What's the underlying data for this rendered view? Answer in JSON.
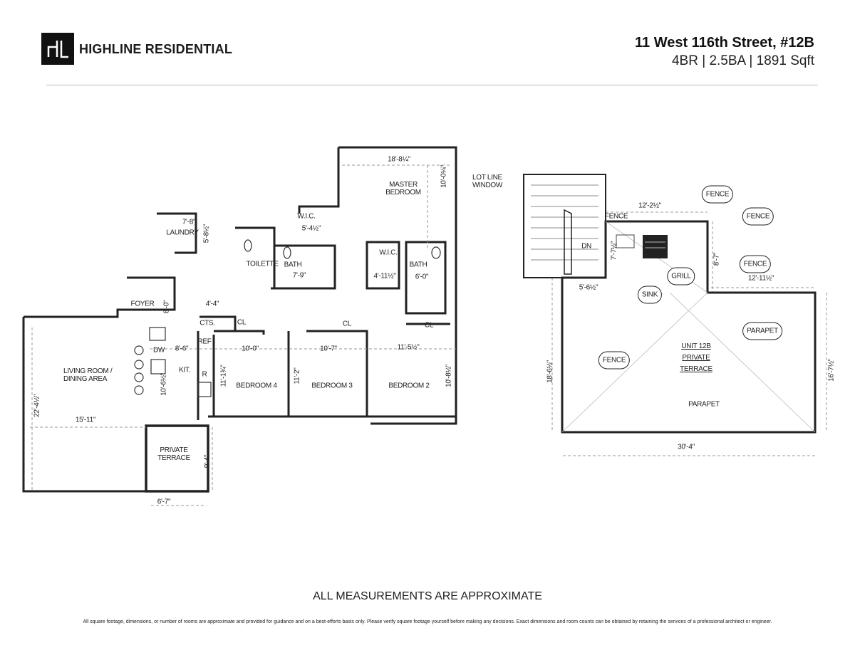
{
  "header": {
    "logo_monogram": "HL",
    "brand": "HIGHLINE RESIDENTIAL",
    "address": "11 West 116th Street, #12B",
    "specs": "4BR | 2.5BA | 1891 Sqft"
  },
  "main_plan": {
    "labels": {
      "master_width": "18'-8¼\"",
      "master_bedroom": "MASTER BEDROOM",
      "master_depth": "10'-0¼\"",
      "lot_line_window": "LOT LINE WINDOW",
      "wic1": "W.I.C.",
      "wic1_dim": "5'-4½\"",
      "laundry_w": "7'-8\"",
      "laundry": "LAUNDRY",
      "laundry_d": "5'-8½\"",
      "toilette": "TOILETTE",
      "bath1": "BATH",
      "bath1_dim": "7'-9\"",
      "wic2": "W.I.C.",
      "wic2_dim": "4'-11½\"",
      "bath2": "BATH",
      "bath2_dim": "6'-0\"",
      "foyer": "FOYER",
      "foyer_dim": "8'-0\"",
      "cts_dim": "4'-4\"",
      "cts": "CTS.",
      "cl1": "CL",
      "cl2": "CL",
      "cl3": "CL",
      "ref": "REF",
      "dw": "DW",
      "kit_w": "8'-6\"",
      "kit": "KIT.",
      "range": "R",
      "kit_d": "10'-6½\"",
      "bed4_w": "10'-0\"",
      "bed3_w": "10'-7\"",
      "bed2_w": "11'-5½\"",
      "living": "LIVING ROOM / DINING AREA",
      "bedroom4": "BEDROOM 4",
      "bedroom3": "BEDROOM 3",
      "bedroom2": "BEDROOM 2",
      "bed4_d": "11'-1¾\"",
      "bed3_d": "11'-2\"",
      "bed2_d": "10'-8½\"",
      "living_d": "22'-4½\"",
      "living_w": "15'-11\"",
      "terrace": "PRIVATE TERRACE",
      "terrace_d": "9'-4\"",
      "terrace_w": "6'-7\""
    }
  },
  "roof_plan": {
    "labels": {
      "top_w": "12'-2½\"",
      "fence1": "FENCE",
      "fence2": "FENCE",
      "fence3": "FENCE",
      "fence4": "FENCE",
      "fence5": "FENCE",
      "step_d": "8'-7\"",
      "step_w": "12'-11½\"",
      "left_upper_d": "7'-7½\"",
      "dn": "DN",
      "left_upper_w": "5'-6½\"",
      "sink": "SINK",
      "grill": "GRILL",
      "parapet1": "PARAPET",
      "unit": "UNIT 12B PRIVATE TERRACE",
      "left_d": "18'-6½\"",
      "right_d": "16'-7½\"",
      "parapet2": "PARAPET",
      "bottom_w": "30'-4\""
    }
  },
  "footer": {
    "measurements_note": "ALL MEASUREMENTS ARE APPROXIMATE",
    "disclaimer": "All square footage, dimensions, or number of rooms are approximate and provided for guidance and on a best-efforts basis only. Please verify square footage yourself before making any decisions. Exact dimensions and room counts can be obtained by retaining the services of a professional architect or engineer."
  }
}
